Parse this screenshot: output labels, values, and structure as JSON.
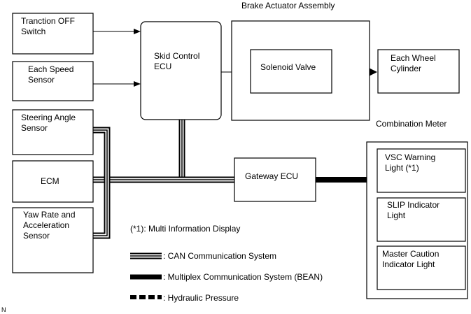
{
  "diagram": {
    "nodes": {
      "traction_off_switch": {
        "line1": "Tranction OFF",
        "line2": "Switch"
      },
      "each_speed_sensor": {
        "line1": "Each Speed",
        "line2": "Sensor"
      },
      "steering_angle_sensor": {
        "line1": "Steering Angle",
        "line2": "Sensor"
      },
      "ecm": {
        "label": "ECM"
      },
      "yaw_rate_sensor": {
        "line1": "Yaw Rate and",
        "line2": "Acceleration",
        "line3": "Sensor"
      },
      "skid_control_ecu": {
        "line1": "Skid Control",
        "line2": "ECU"
      },
      "brake_actuator_assembly": {
        "label": "Brake Actuator Assembly"
      },
      "solenoid_valve": {
        "label": "Solenoid Valve"
      },
      "each_wheel_cylinder": {
        "line1": "Each Wheel",
        "line2": "Cylinder"
      },
      "gateway_ecu": {
        "label": "Gateway ECU"
      },
      "combination_meter": {
        "label": "Combination Meter"
      },
      "vsc_warning_light": {
        "line1": "VSC Warning",
        "line2": "Light (*1)"
      },
      "slip_indicator_light": {
        "line1": "SLIP Indicator",
        "line2": "Light"
      },
      "master_caution_light": {
        "line1": "Master Caution",
        "line2": "Indicator Light"
      }
    },
    "footnote": "(*1): Multi Information Display",
    "legend": {
      "can": ": CAN Communication System",
      "bean": ": Multiplex Communication System (BEAN)",
      "hydraulic": ": Hydraulic Pressure"
    },
    "corner_mark": "N",
    "colors": {
      "line": "#000000",
      "background": "#ffffff"
    }
  }
}
